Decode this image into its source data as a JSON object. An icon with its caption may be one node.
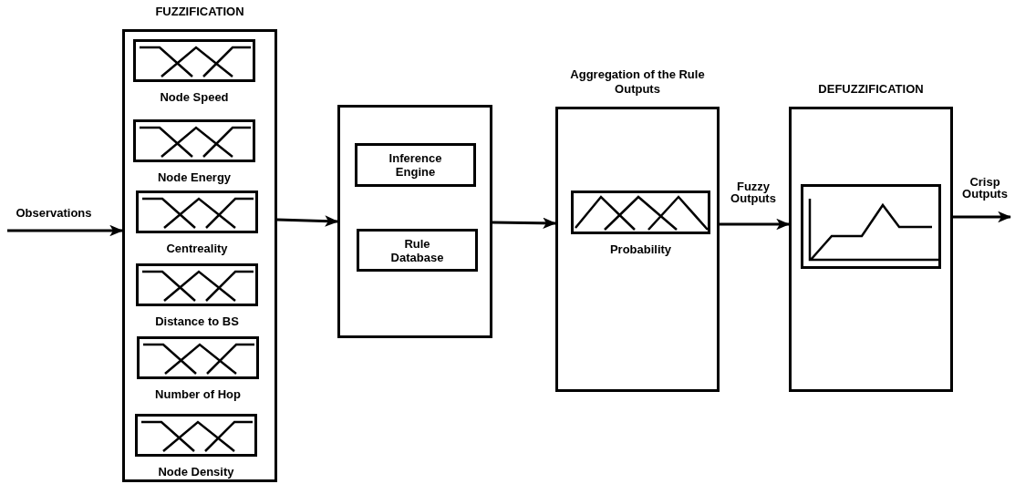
{
  "diagram": {
    "nodes": [
      {
        "text": [
          "FUZZIFICATION"
        ]
      },
      {
        "text": [
          "Node Speed"
        ],
        "in": 0
      },
      {
        "text": [
          "Node Energy"
        ],
        "in": 0
      },
      {
        "text": [
          "Centreality"
        ],
        "in": 0
      },
      {
        "text": [
          "Distance to BS"
        ],
        "in": 0
      },
      {
        "text": [
          "Number of Hop"
        ],
        "in": 0
      },
      {
        "text": [
          "Node Density"
        ],
        "in": 0
      },
      {
        "text": [],
        "shape": "box"
      },
      {
        "text": [
          "Inference Engine"
        ],
        "in": 7
      },
      {
        "text": [
          "Rule Database"
        ],
        "in": 7
      },
      {
        "text": [
          "Aggregation of the Rule Outputs"
        ]
      },
      {
        "text": [
          "Probability"
        ],
        "in": 10
      },
      {
        "text": [
          "DEFUZZIFICATION"
        ]
      },
      {
        "text": [],
        "shape": "box",
        "in": 12
      }
    ],
    "edges": [
      {
        "from": null,
        "to": 0,
        "arrow": "to",
        "label": "Observations"
      },
      {
        "from": 0,
        "to": 7,
        "arrow": "to"
      },
      {
        "from": 7,
        "to": 10,
        "arrow": "to"
      },
      {
        "from": 10,
        "to": 12,
        "arrow": "to",
        "label": "Fuzzy Outputs"
      },
      {
        "from": 12,
        "to": null,
        "arrow": "to",
        "label": "Crisp Outputs"
      }
    ]
  }
}
